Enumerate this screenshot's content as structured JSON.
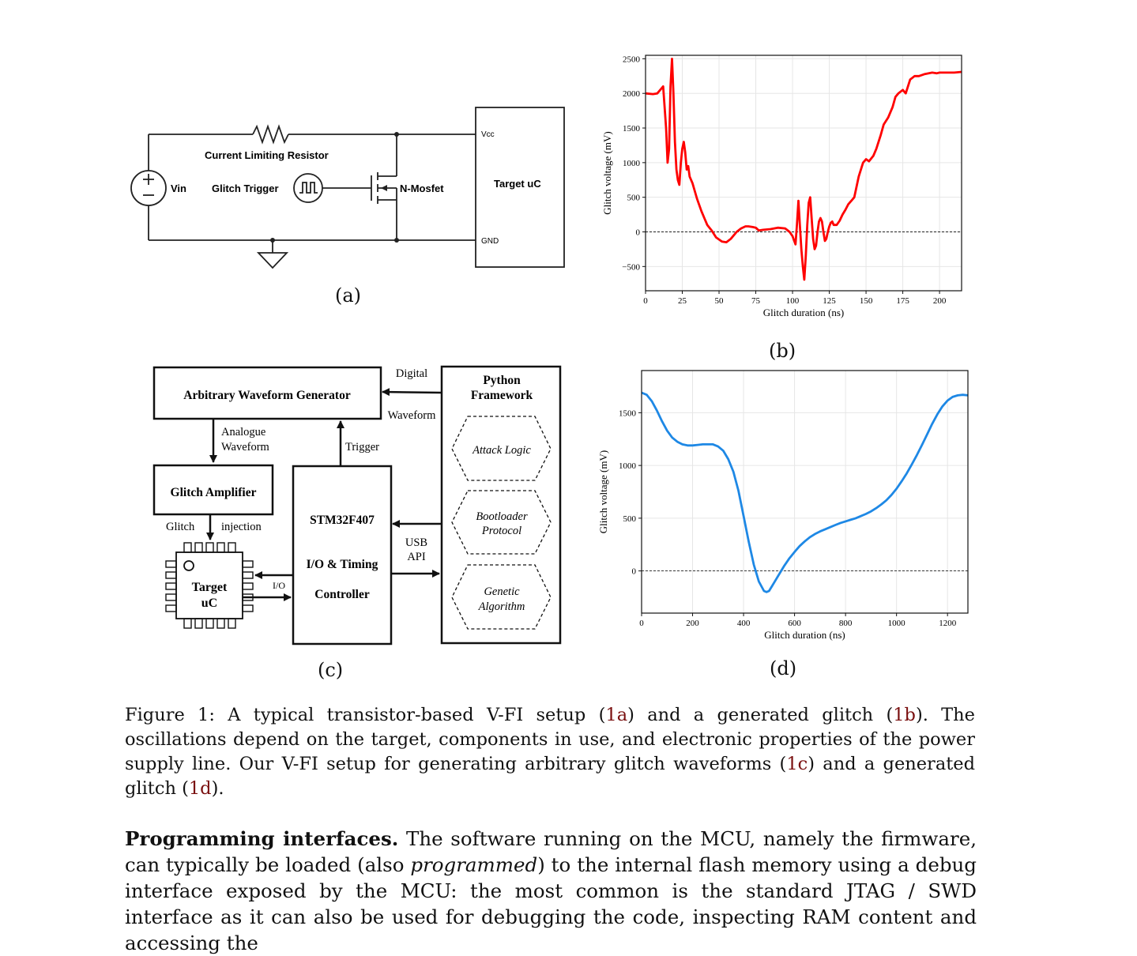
{
  "figure_a": {
    "sublabel": "(a)",
    "vin": "Vin",
    "resistor_label": "Current Limiting Resistor",
    "trigger_label": "Glitch Trigger",
    "mosfet_label": "N-Mosfet",
    "target_label": "Target uC",
    "vcc_label": "Vcc",
    "gnd_label": "GND"
  },
  "figure_b": {
    "sublabel": "(b)"
  },
  "figure_c": {
    "sublabel": "(c)",
    "awg": "Arbitrary Waveform Generator",
    "digital": "Digital",
    "waveform": "Waveform",
    "analogue": "Analogue",
    "analogue_waveform": "Waveform",
    "trigger": "Trigger",
    "amplifier": "Glitch Amplifier",
    "glitch": "Glitch",
    "injection": "injection",
    "target_l1": "Target",
    "target_l2": "uC",
    "io": "I/O",
    "stm_l1": "STM32F407",
    "stm_l2": "I/O & Timing",
    "stm_l3": "Controller",
    "usb": "USB",
    "api": "API",
    "python_l1": "Python",
    "python_l2": "Framework",
    "attack": "Attack Logic",
    "boot_l1": "Bootloader",
    "boot_l2": "Protocol",
    "gen_l1": "Genetic",
    "gen_l2": "Algorithm"
  },
  "figure_d": {
    "sublabel": "(d)"
  },
  "chart_data": [
    {
      "type": "line",
      "panel": "(b)",
      "xlabel": "Glitch duration (ns)",
      "ylabel": "Glitch voltage (mV)",
      "xlim": [
        0,
        215
      ],
      "ylim": [
        -850,
        2550
      ],
      "xticks": [
        0,
        25,
        50,
        75,
        100,
        125,
        150,
        175,
        200
      ],
      "yticks": [
        -500,
        0,
        500,
        1000,
        1500,
        2000,
        2500
      ],
      "ytick_labels": [
        "−500",
        "0",
        "500",
        "1000",
        "1500",
        "2000",
        "2500"
      ],
      "grid": true,
      "zero_line": true,
      "series": [
        {
          "color": "#ff0000",
          "x": [
            0,
            5,
            8,
            12,
            14,
            15,
            16,
            17,
            18,
            19,
            20,
            21,
            22,
            23,
            24,
            25,
            26,
            27,
            28,
            29,
            30,
            32,
            35,
            38,
            40,
            42,
            45,
            48,
            50,
            52,
            55,
            58,
            62,
            65,
            68,
            70,
            73,
            75,
            77,
            80,
            85,
            90,
            95,
            98,
            100,
            102,
            103,
            104,
            105,
            106,
            107,
            108,
            109,
            110,
            111,
            112,
            113,
            114,
            115,
            116,
            117,
            118,
            119,
            120,
            121,
            122,
            123,
            124,
            125,
            126,
            127,
            128,
            130,
            132,
            134,
            136,
            138,
            140,
            142,
            145,
            148,
            150,
            152,
            155,
            157,
            160,
            162,
            165,
            168,
            170,
            172,
            175,
            177,
            180,
            183,
            186,
            190,
            195,
            198,
            200,
            205,
            210,
            215
          ],
          "y": [
            2000,
            1990,
            2000,
            2100,
            1500,
            1000,
            1200,
            2100,
            2500,
            2000,
            1300,
            900,
            750,
            680,
            1000,
            1200,
            1300,
            1150,
            900,
            950,
            800,
            700,
            480,
            300,
            200,
            100,
            20,
            -80,
            -110,
            -140,
            -150,
            -100,
            0,
            50,
            80,
            80,
            70,
            60,
            20,
            30,
            40,
            60,
            50,
            0,
            -60,
            -180,
            100,
            450,
            100,
            -250,
            -500,
            -690,
            -350,
            100,
            420,
            500,
            200,
            -100,
            -250,
            -200,
            0,
            150,
            200,
            150,
            0,
            -130,
            -100,
            0,
            80,
            130,
            150,
            100,
            100,
            160,
            250,
            320,
            400,
            450,
            500,
            800,
            1000,
            1050,
            1020,
            1100,
            1200,
            1400,
            1550,
            1650,
            1800,
            1950,
            2000,
            2050,
            2000,
            2200,
            2250,
            2250,
            2280,
            2300,
            2290,
            2300,
            2300,
            2300,
            2310
          ]
        }
      ]
    },
    {
      "type": "line",
      "panel": "(d)",
      "xlabel": "Glitch duration (ns)",
      "ylabel": "Glitch voltage (mV)",
      "xlim": [
        0,
        1280
      ],
      "ylim": [
        -400,
        1900
      ],
      "xticks": [
        0,
        200,
        400,
        600,
        800,
        1000,
        1200
      ],
      "yticks": [
        0,
        500,
        1000,
        1500
      ],
      "ytick_labels": [
        "0",
        "500",
        "1000",
        "1500"
      ],
      "grid": true,
      "zero_line": true,
      "series": [
        {
          "color": "#1e88e5",
          "x": [
            0,
            20,
            40,
            60,
            80,
            100,
            120,
            140,
            160,
            180,
            200,
            220,
            240,
            260,
            280,
            300,
            320,
            340,
            360,
            380,
            400,
            420,
            440,
            460,
            480,
            490,
            500,
            510,
            520,
            540,
            560,
            580,
            600,
            620,
            640,
            660,
            680,
            700,
            720,
            740,
            760,
            780,
            800,
            820,
            840,
            860,
            880,
            900,
            920,
            940,
            960,
            980,
            1000,
            1020,
            1040,
            1060,
            1080,
            1100,
            1120,
            1140,
            1160,
            1180,
            1200,
            1220,
            1240,
            1260,
            1280
          ],
          "y": [
            1690,
            1670,
            1610,
            1520,
            1420,
            1330,
            1265,
            1225,
            1200,
            1190,
            1190,
            1195,
            1200,
            1200,
            1200,
            1180,
            1140,
            1060,
            940,
            760,
            520,
            280,
            60,
            -100,
            -190,
            -200,
            -190,
            -150,
            -110,
            -30,
            50,
            120,
            180,
            235,
            280,
            320,
            350,
            375,
            395,
            415,
            435,
            455,
            470,
            485,
            500,
            520,
            540,
            565,
            595,
            630,
            670,
            720,
            780,
            850,
            925,
            1010,
            1100,
            1195,
            1295,
            1395,
            1485,
            1560,
            1615,
            1650,
            1665,
            1670,
            1665
          ]
        }
      ]
    }
  ],
  "caption": {
    "p1": "Figure 1:  A typical transistor-based V-FI setup (",
    "r1": "1a",
    "p2": ") and a generated glitch (",
    "r2": "1b",
    "p3": ").  The oscillations depend on the target, components in use, and electronic properties of the power supply line.  Our V-FI setup for generating arbitrary glitch waveforms (",
    "r3": "1c",
    "p4": ") and a generated glitch (",
    "r4": "1d",
    "p5": ")."
  },
  "body": {
    "heading": "Programming interfaces.",
    "t1": "  The software running on the MCU, namely the firmware, can typically be loaded (also ",
    "em": "programmed",
    "t2": ") to the internal flash memory using a debug interface exposed by the MCU: the most common is the standard JTAG / SWD interface as it can also be used for debugging the code, inspecting RAM content and accessing the"
  }
}
